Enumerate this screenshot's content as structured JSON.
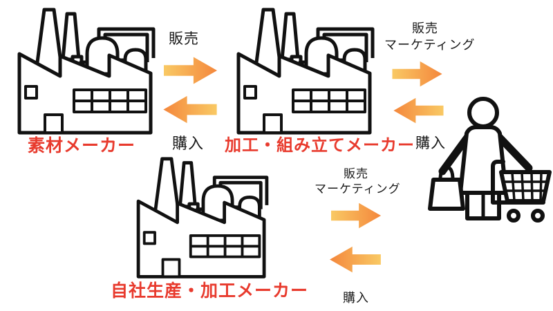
{
  "colors": {
    "background": "#ffffff",
    "label_red": "#e83a2d",
    "text_black": "#1a1a1a",
    "outline_black": "#111111",
    "arrow_gradient_start": "#f9c964",
    "arrow_gradient_end": "#f4873c"
  },
  "nodes": {
    "material_maker": {
      "label": "素材メーカー"
    },
    "assembly_maker": {
      "label": "加工・組み立てメーカー"
    },
    "inhouse_maker": {
      "label": "自社生産・加工メーカー"
    }
  },
  "flows": {
    "material_to_assembly": {
      "sell": "販売",
      "buy": "購入"
    },
    "assembly_to_consumer": {
      "sell": "販売",
      "marketing": "マーケティング",
      "buy": "購入"
    },
    "inhouse_to_consumer": {
      "sell": "販売",
      "marketing": "マーケティング",
      "buy": "購入"
    }
  }
}
